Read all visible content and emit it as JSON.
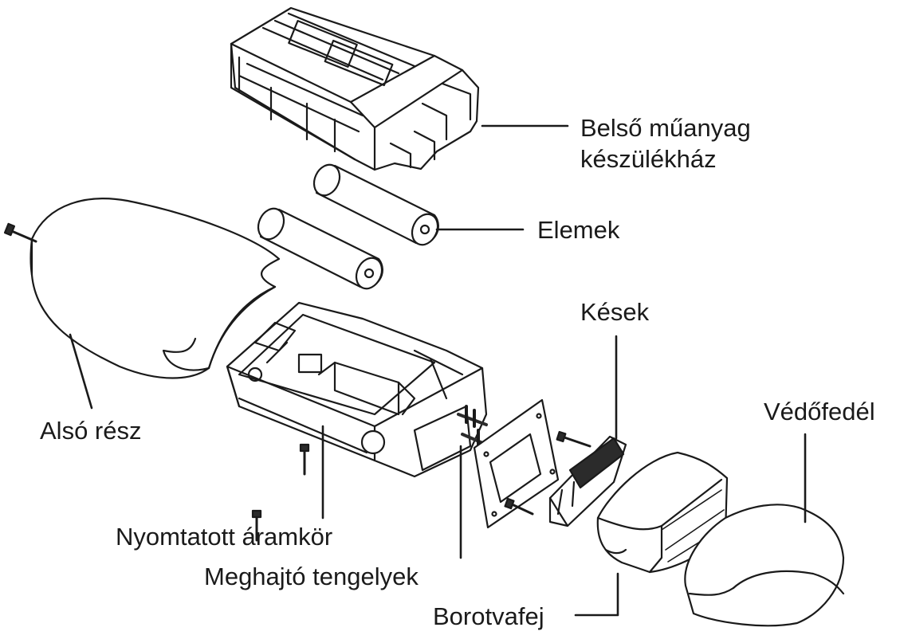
{
  "labels": {
    "inner_housing": {
      "line1": "Belső műanyag",
      "line2": "készülékház"
    },
    "batteries": "Elemek",
    "blades": "Kések",
    "protective_cap": "Védőfedél",
    "bottom_part": "Alsó rész",
    "circuit_board": "Nyomtatott áramkör",
    "drive_shafts": "Meghajtó tengelyek",
    "shaver_head": "Borotvafej"
  },
  "colors": {
    "stroke": "#1a1a1a",
    "fill": "#ffffff",
    "dark": "#2b2b2b"
  }
}
